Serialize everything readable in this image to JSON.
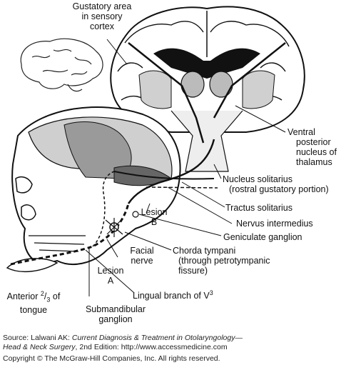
{
  "labels": {
    "gustatory_area": [
      "Gustatory area",
      "in sensory",
      "cortex"
    ],
    "ventral_posterior": [
      "Ventral",
      "posterior",
      "nucleus of",
      "thalamus"
    ],
    "nucleus_solitarius": [
      "Nucleus solitarius",
      "(rostral gustatory portion)"
    ],
    "tractus_solitarius": "Tractus solitarius",
    "nervus_intermedius": "Nervus intermedius",
    "lesion_b": [
      "Lesion",
      "B"
    ],
    "geniculate_ganglion": "Geniculate ganglion",
    "facial_nerve": [
      "Facial",
      "nerve"
    ],
    "chorda_tympani": [
      "Chorda tympani",
      "(through petrotympanic",
      "fissure)"
    ],
    "lesion_a": [
      "Lesion",
      "A"
    ],
    "lingual_branch": "Lingual branch of V",
    "lingual_branch_sup": "3",
    "anterior_tongue_pre": "Anterior ",
    "anterior_tongue_num": "2",
    "anterior_tongue_slash": "/",
    "anterior_tongue_den": "3",
    "anterior_tongue_post": " of",
    "anterior_tongue_line2": "tongue",
    "submandibular": [
      "Submandibular",
      "ganglion"
    ]
  },
  "source": {
    "prefix": "Source: Lalwani AK: ",
    "title_line1": "Current Diagnosis & Treatment in Otolaryngology—",
    "title_line2": "Head & Neck Surgery",
    "suffix": ", 2nd Edition: http://www.accessmedicine.com"
  },
  "copyright": "Copyright © The McGraw-Hill Companies, Inc. All rights reserved."
}
